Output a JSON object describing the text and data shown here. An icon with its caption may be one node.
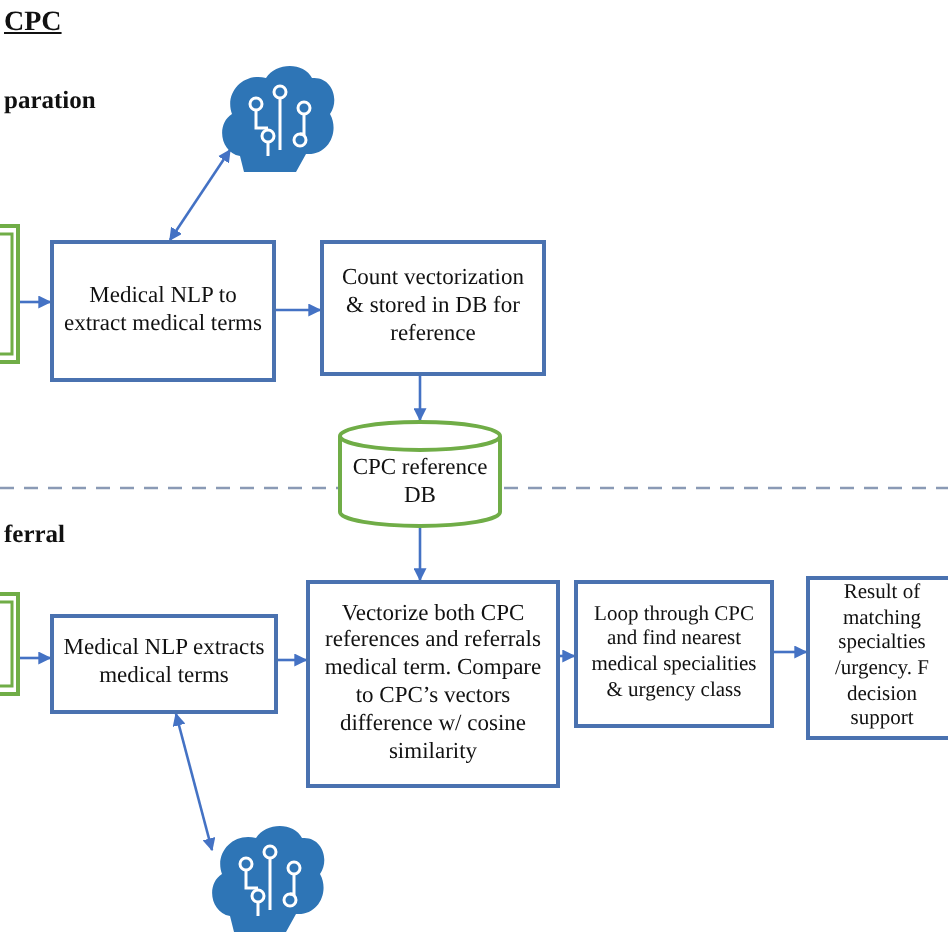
{
  "diagram": {
    "nodes": [
      {
        "text": [],
        "shape": "box"
      },
      {
        "text": [
          "Medical NLP to extract medical terms"
        ]
      },
      {
        "text": [
          "Count vectorization & stored in DB for reference"
        ]
      },
      {
        "text": [],
        "shape": "cloud"
      },
      {
        "text": [
          "CPC reference DB"
        ]
      },
      {
        "text": [],
        "shape": "box"
      },
      {
        "text": [
          "Medical NLP extracts medical terms"
        ]
      },
      {
        "text": [
          "Vectorize both CPC references and referrals medical term. Compare to CPC’s vectors difference w/ cosine similarity"
        ]
      },
      {
        "text": [
          "Loop through CPC and find nearest medical specialities & urgency class"
        ]
      },
      {
        "text": [
          "Result of matching specialties /urgency. F decision support"
        ]
      },
      {
        "text": [],
        "shape": "cloud"
      }
    ],
    "edges": [
      {
        "from": 0,
        "to": 1,
        "arrow": "to"
      },
      {
        "from": 1,
        "to": 2,
        "arrow": "to"
      },
      {
        "from": 3,
        "to": 1,
        "arrow": "both"
      },
      {
        "from": 2,
        "to": 4,
        "arrow": "to"
      },
      {
        "from": 4,
        "to": 7,
        "arrow": "to"
      },
      {
        "from": 5,
        "to": 6,
        "arrow": "to"
      },
      {
        "from": 6,
        "to": 7,
        "arrow": "to"
      },
      {
        "from": 7,
        "to": 8,
        "arrow": "to"
      },
      {
        "from": 8,
        "to": 9,
        "arrow": "to"
      },
      {
        "from": 6,
        "to": 10,
        "arrow": "both"
      }
    ],
    "labels": [
      "CPC",
      "paration",
      "ferral"
    ]
  }
}
